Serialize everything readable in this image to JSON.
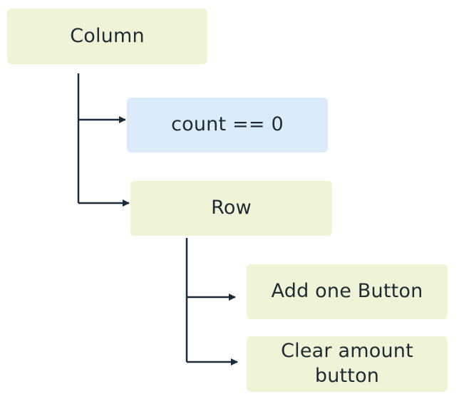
{
  "nodes": {
    "column": "Column",
    "condition": "count == 0",
    "row": "Row",
    "add_button": "Add one Button",
    "clear_button": "Clear amount button"
  },
  "colors": {
    "layout_node": "#f0f4d6",
    "condition_node": "#dcebfb",
    "connector": "#1a2b3a",
    "text": "#1f2a36"
  }
}
